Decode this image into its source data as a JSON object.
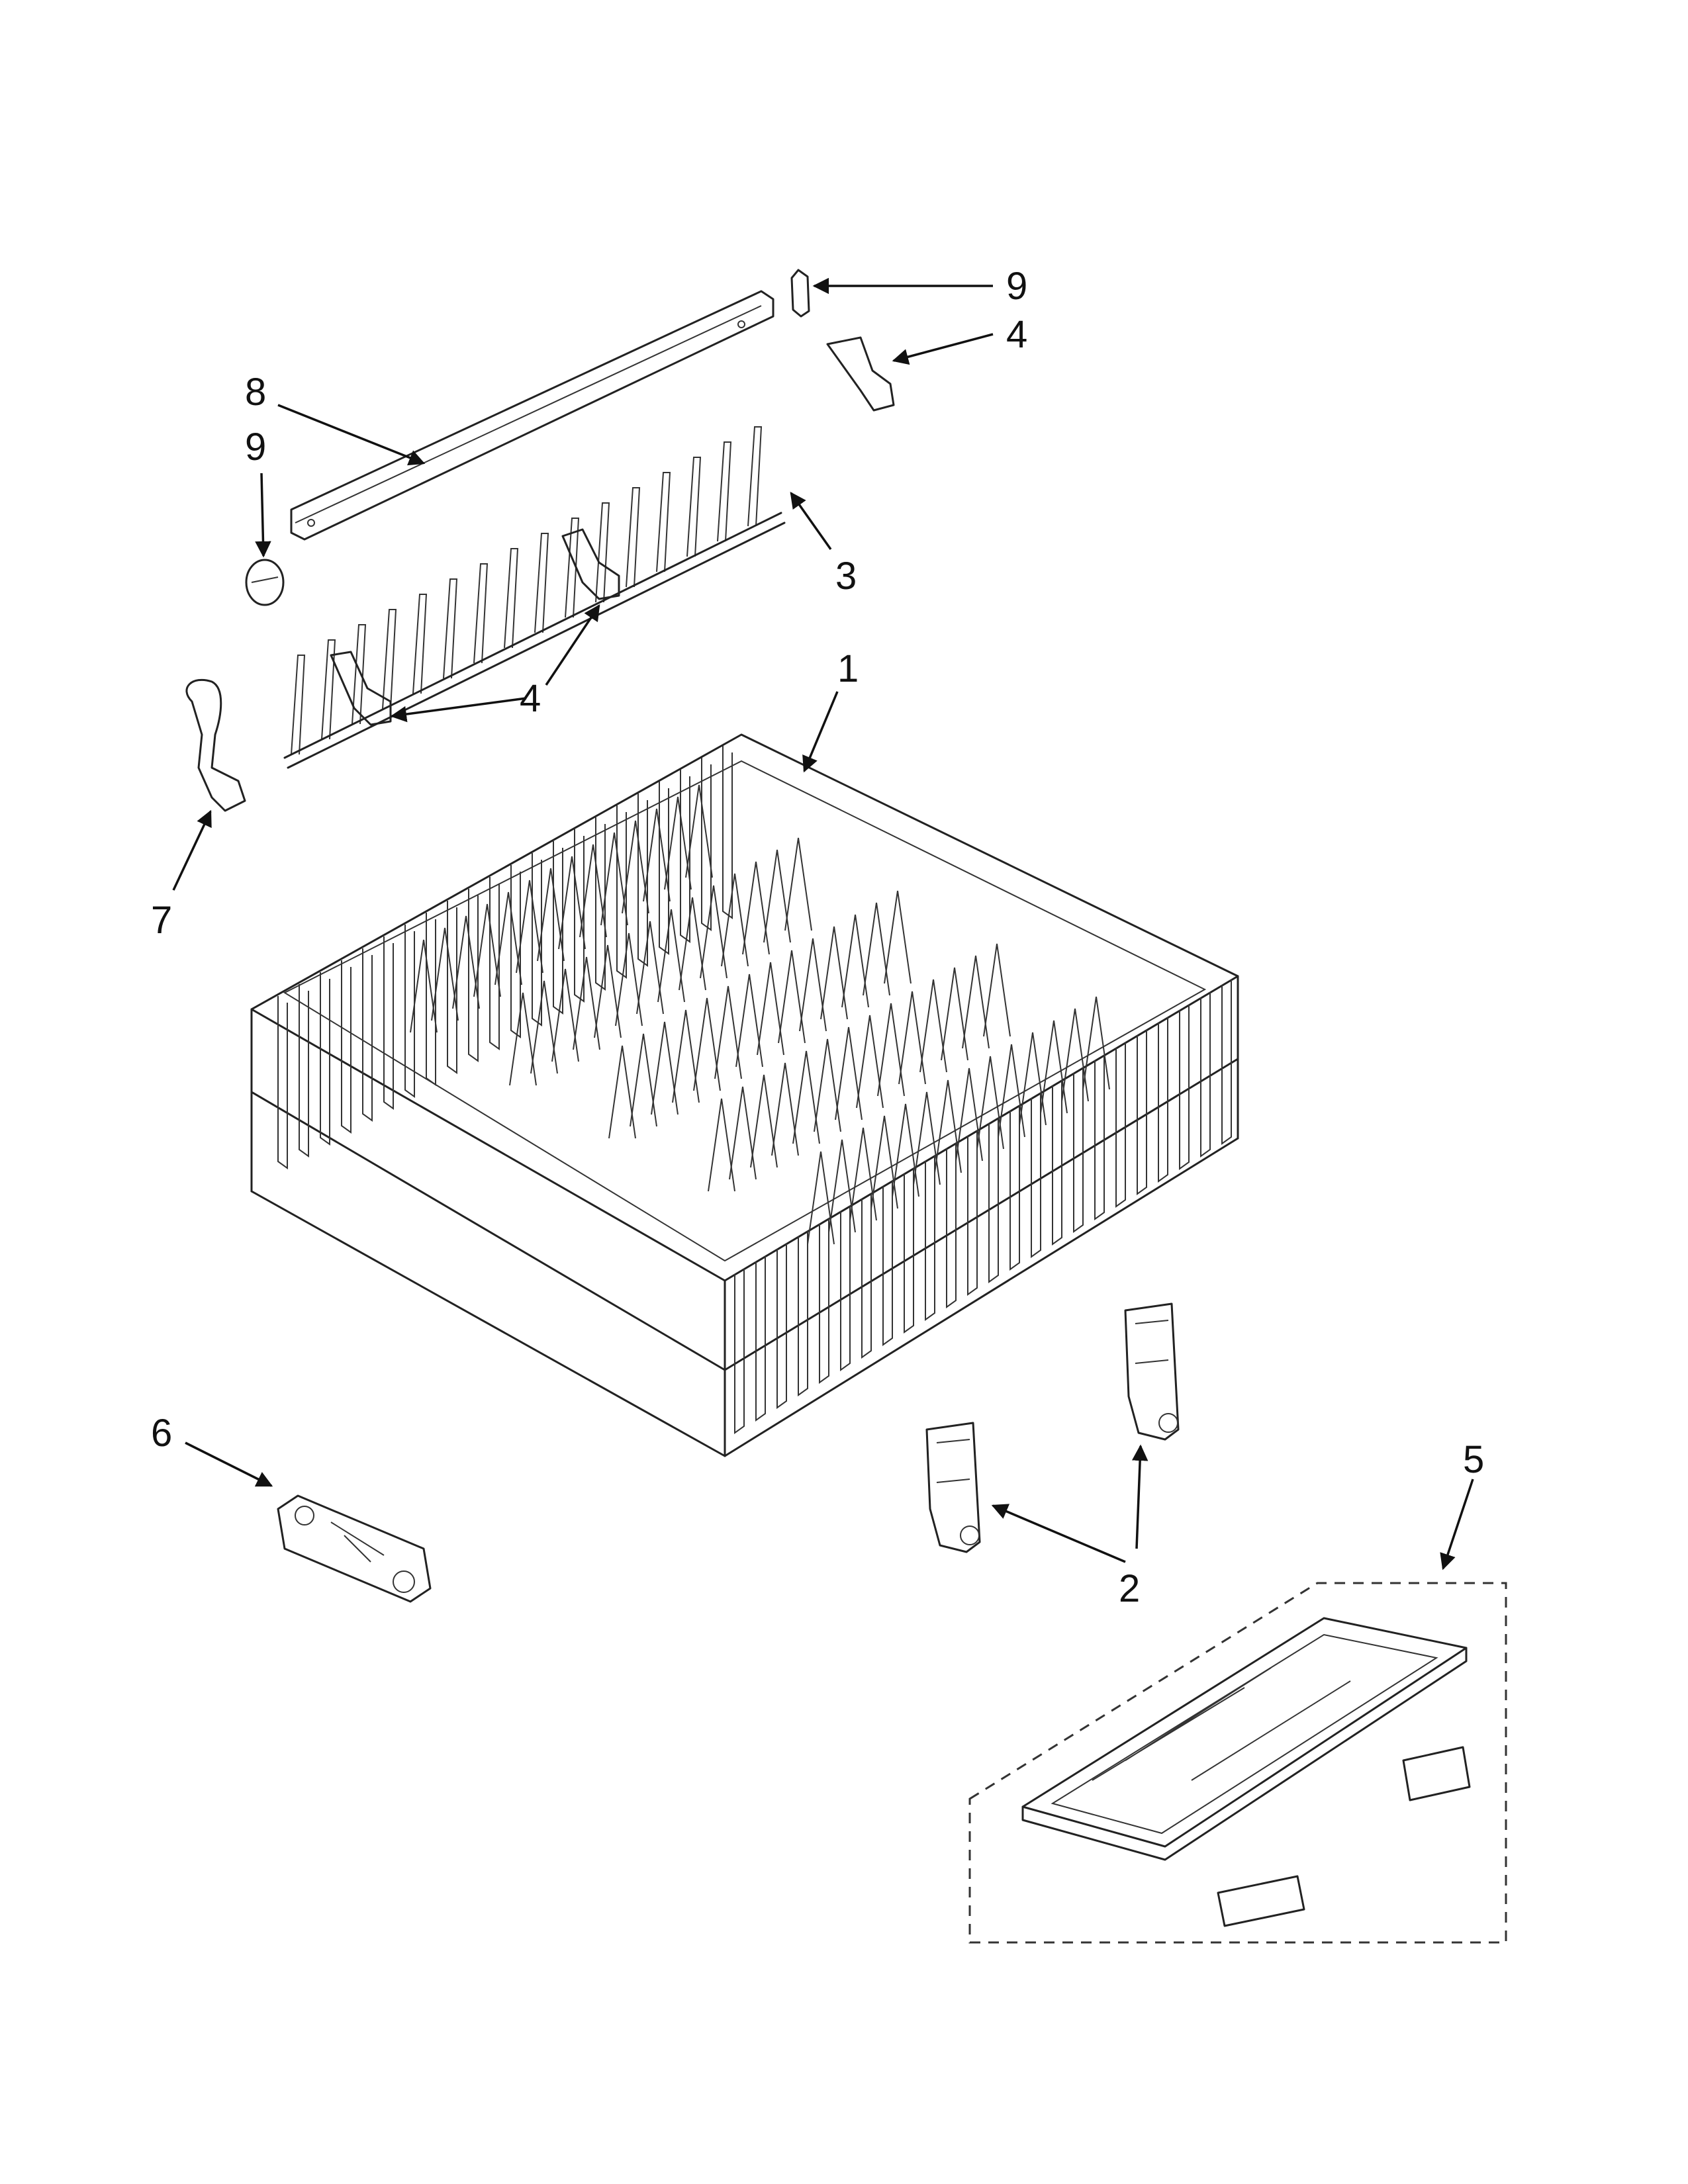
{
  "callouts": {
    "c9_top": "9",
    "c4_top": "4",
    "c8": "8",
    "c9_left": "9",
    "c3": "3",
    "c4_mid": "4",
    "c1": "1",
    "c7": "7",
    "c6": "6",
    "c2": "2",
    "c5": "5"
  },
  "colors": {
    "line": "#222222",
    "background": "#ffffff"
  }
}
